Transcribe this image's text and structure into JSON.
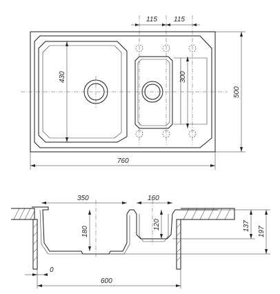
{
  "drawing": {
    "top_view": {
      "hole_spacing_left": "115",
      "hole_spacing_right": "115",
      "main_bowl_length": "430",
      "small_bowl_length": "300",
      "overall_depth": "500",
      "overall_width": "760"
    },
    "section_view": {
      "main_bowl_width": "350",
      "small_bowl_width": "160",
      "main_bowl_depth": "180",
      "small_bowl_depth": "120",
      "rim_height": "137",
      "total_height": "197",
      "origin": "0",
      "cabinet_width": "600"
    }
  }
}
